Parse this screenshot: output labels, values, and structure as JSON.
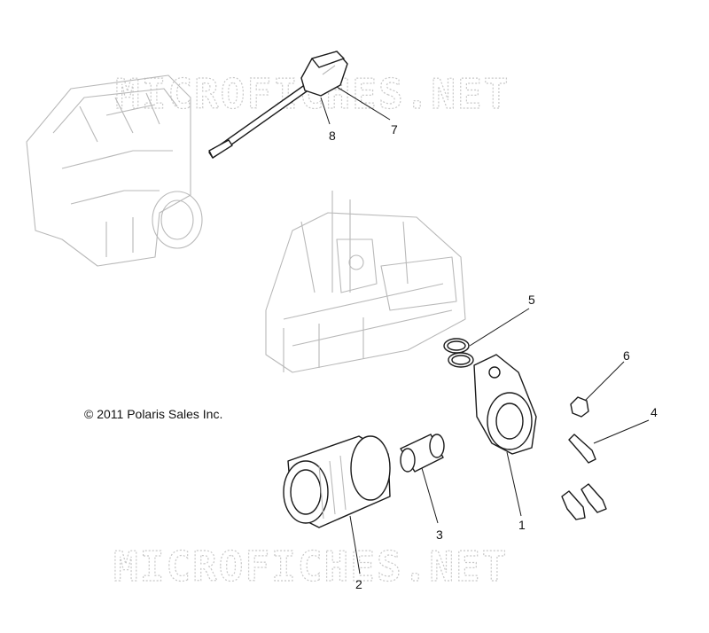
{
  "watermark": {
    "top": "MICROFICHES.NET",
    "bottom": "MICROFICHES.NET"
  },
  "copyright": "© 2011 Polaris Sales Inc.",
  "callouts": [
    {
      "label": "1",
      "part": "oil-filter-adapter"
    },
    {
      "label": "2",
      "part": "oil-filter"
    },
    {
      "label": "3",
      "part": "adapter-sleeve"
    },
    {
      "label": "4",
      "part": "bolts"
    },
    {
      "label": "5",
      "part": "o-rings"
    },
    {
      "label": "6",
      "part": "plug"
    },
    {
      "label": "7",
      "part": "dipstick-cap"
    },
    {
      "label": "8",
      "part": "dipstick"
    }
  ]
}
